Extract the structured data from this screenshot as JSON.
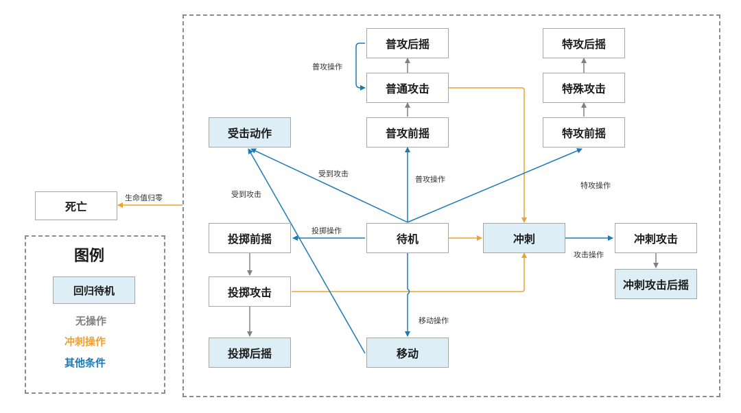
{
  "colors": {
    "none": "#808080",
    "dash": "#f0a030",
    "other": "#1a7ab8",
    "idle_fill": "#ddeef7",
    "border": "#a6a6a6",
    "frame": "#8c8c8c"
  },
  "nodes": {
    "normal_recovery": "普攻后摇",
    "normal_attack": "普通攻击",
    "normal_windup": "普攻前摇",
    "special_recovery": "特攻后摇",
    "special_attack": "特殊攻击",
    "special_windup": "特攻前摇",
    "hit_reaction": "受击动作",
    "death": "死亡",
    "throw_windup": "投掷前摇",
    "idle": "待机",
    "dash": "冲刺",
    "dash_attack": "冲刺攻击",
    "throw_attack": "投掷攻击",
    "dash_attack_recovery": "冲刺攻击后摇",
    "throw_recovery": "投掷后摇",
    "move": "移动"
  },
  "edge_labels": {
    "normal_op_loop": "普攻操作",
    "hit_by_attack_1": "受到攻击",
    "normal_op": "普攻操作",
    "hit_by_attack_2": "受到攻击",
    "hp_zero": "生命值归零",
    "special_op": "特攻操作",
    "throw_op": "投掷操作",
    "attack_op": "攻击操作",
    "move_op": "移动操作"
  },
  "legend": {
    "title": "图例",
    "return_idle": "回归待机",
    "no_op": "无操作",
    "dash_op": "冲刺操作",
    "other_cond": "其他条件"
  }
}
